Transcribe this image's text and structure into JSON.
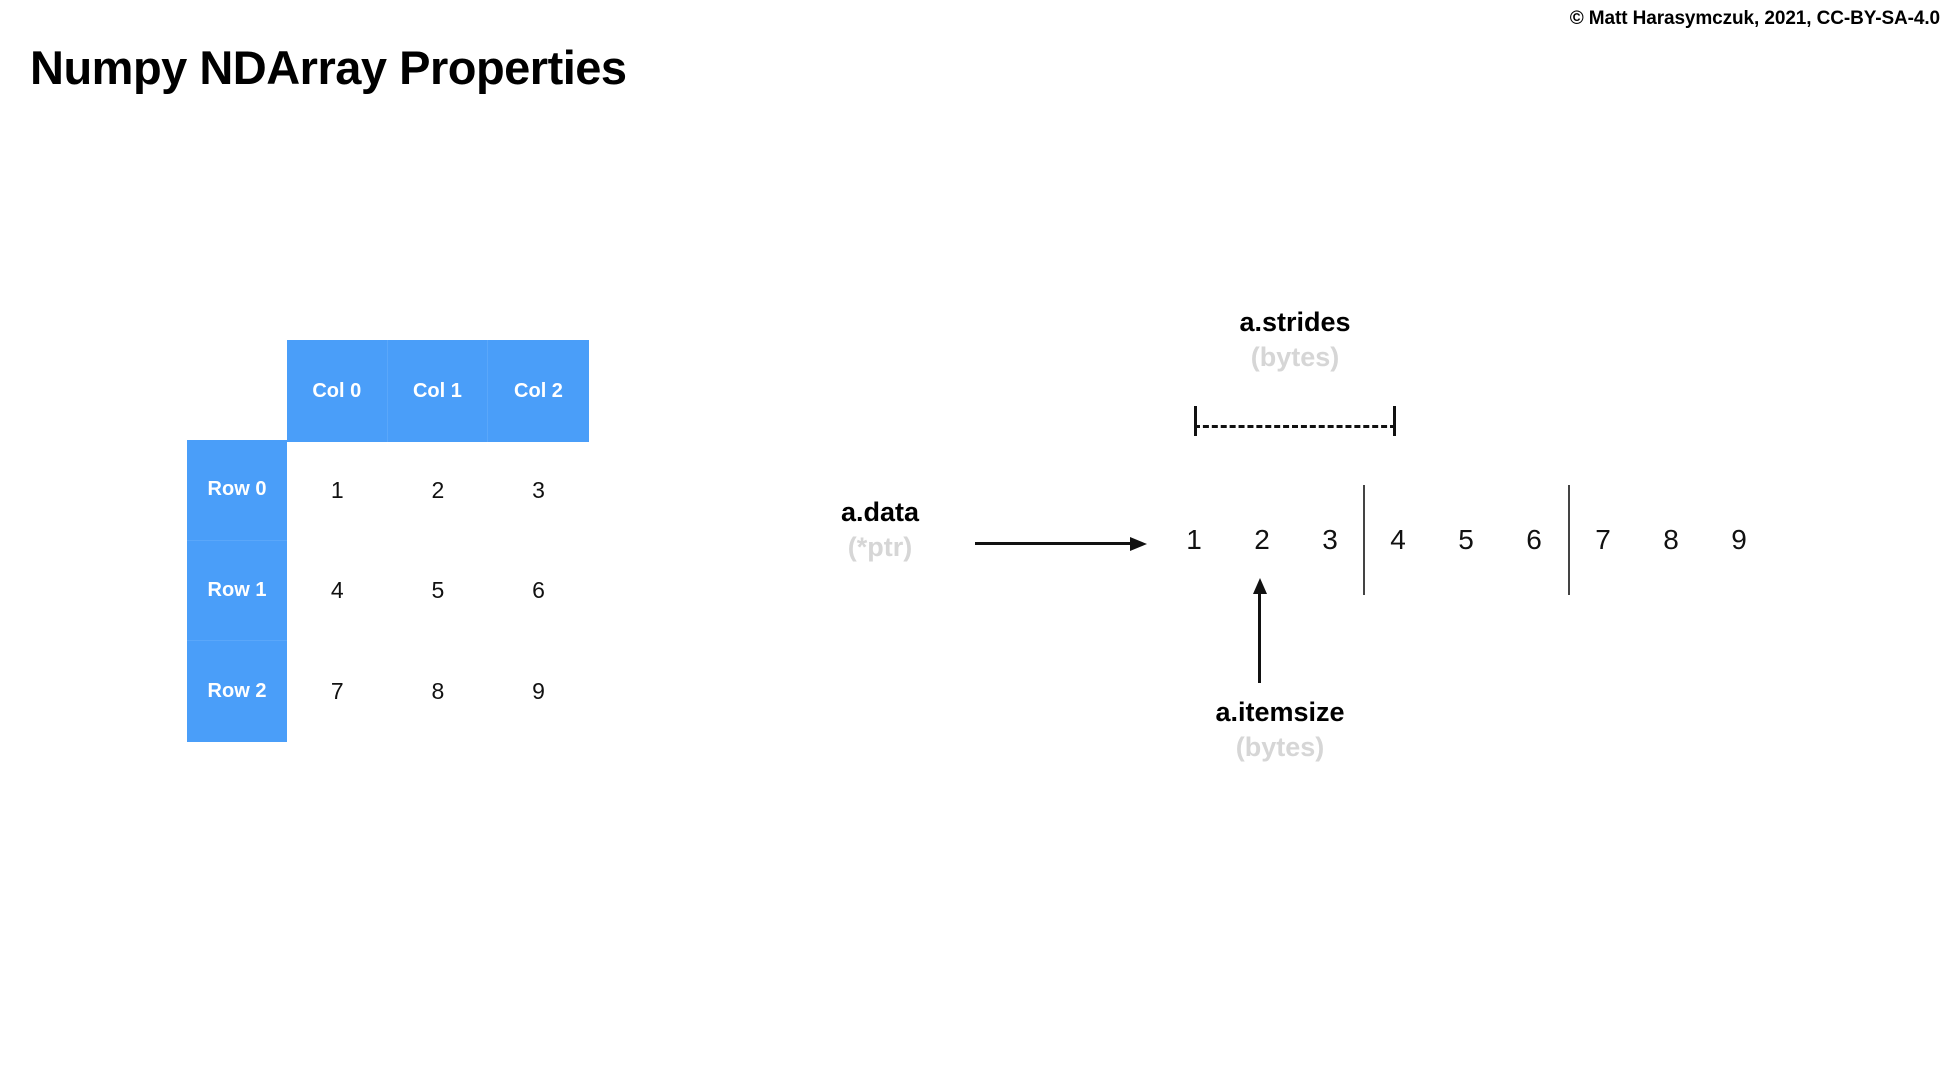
{
  "header": {
    "title": "Numpy NDArray Properties",
    "copyright": "© Matt Harasymczuk, 2021, CC-BY-SA-4.0"
  },
  "colors": {
    "accent_blue": "#4a9ef9",
    "accent_blue_border": "#5aa7fa",
    "text_black": "#111111",
    "muted_gray": "#d6d6d6",
    "background": "#ffffff"
  },
  "matrix": {
    "column_headers": [
      "Col 0",
      "Col 1",
      "Col 2"
    ],
    "row_headers": [
      "Row 0",
      "Row 1",
      "Row 2"
    ],
    "rows": [
      [
        "1",
        "2",
        "3"
      ],
      [
        "4",
        "5",
        "6"
      ],
      [
        "7",
        "8",
        "9"
      ]
    ]
  },
  "memory": {
    "values": [
      "1",
      "2",
      "3",
      "4",
      "5",
      "6",
      "7",
      "8",
      "9"
    ],
    "row_separator_after_indices": [
      2,
      5
    ]
  },
  "annotations": {
    "data": {
      "name": "a.data",
      "unit": "(*ptr)"
    },
    "strides": {
      "name": "a.strides",
      "unit": "(bytes)"
    },
    "itemsize": {
      "name": "a.itemsize",
      "unit": "(bytes)"
    }
  },
  "chart_data": {
    "type": "table",
    "title": "Numpy NDArray Properties",
    "categories": [
      "Col 0",
      "Col 1",
      "Col 2"
    ],
    "row_labels": [
      "Row 0",
      "Row 1",
      "Row 2"
    ],
    "values": [
      [
        1,
        2,
        3
      ],
      [
        4,
        5,
        6
      ],
      [
        7,
        8,
        9
      ]
    ],
    "flat_memory": [
      1,
      2,
      3,
      4,
      5,
      6,
      7,
      8,
      9
    ],
    "annotations": [
      "a.data (*ptr)",
      "a.strides (bytes)",
      "a.itemsize (bytes)"
    ],
    "xlabel": "",
    "ylabel": "",
    "legend": "none",
    "grid": false
  }
}
